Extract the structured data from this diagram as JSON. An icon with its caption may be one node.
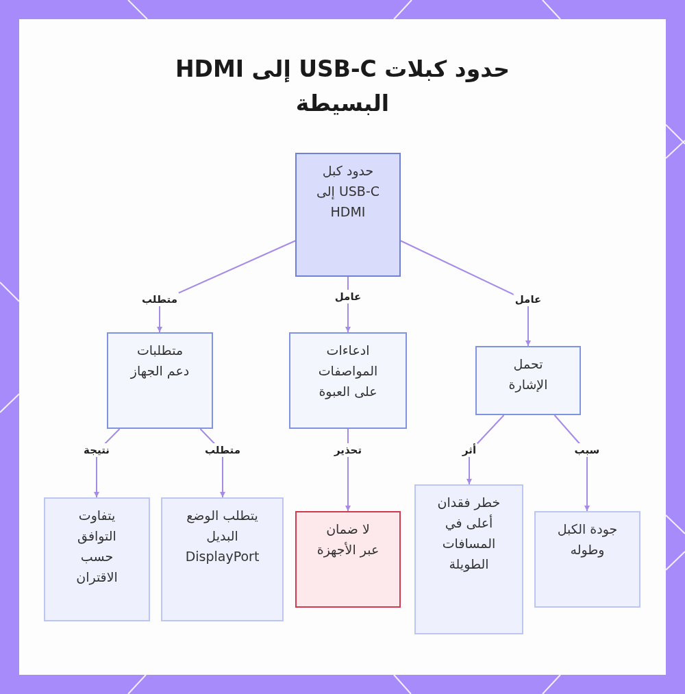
{
  "diagram": {
    "title": "حدود كبلات USB-C إلى HDMI البسيطة",
    "nodes": [
      {
        "text": [
          "حدود كبل USB-C إلى HDMI"
        ]
      },
      {
        "text": [
          "متطلبات دعم الجهاز"
        ]
      },
      {
        "text": [
          "ادعاءات المواصفات على العبوة"
        ]
      },
      {
        "text": [
          "تحمل الإشارة"
        ]
      },
      {
        "text": [
          "يتفاوت التوافق حسب الاقتران"
        ]
      },
      {
        "text": [
          "يتطلب الوضع البديل DisplayPort"
        ]
      },
      {
        "text": [
          "لا ضمان عبر الأجهزة"
        ]
      },
      {
        "text": [
          "خطر فقدان أعلى في المسافات الطويلة"
        ]
      },
      {
        "text": [
          "جودة الكبل وطوله"
        ]
      }
    ],
    "edges": [
      {
        "from": 0,
        "to": 1,
        "arrow": "to",
        "label": "متطلب"
      },
      {
        "from": 0,
        "to": 2,
        "arrow": "to",
        "label": "عامل"
      },
      {
        "from": 0,
        "to": 3,
        "arrow": "to",
        "label": "عامل"
      },
      {
        "from": 1,
        "to": 4,
        "arrow": "to",
        "label": "نتيجة"
      },
      {
        "from": 1,
        "to": 5,
        "arrow": "to",
        "label": "متطلب"
      },
      {
        "from": 2,
        "to": 6,
        "arrow": "to",
        "label": "تحذير"
      },
      {
        "from": 3,
        "to": 7,
        "arrow": "to",
        "label": "أثر"
      },
      {
        "from": 3,
        "to": 8,
        "arrow": "to",
        "label": "سبب"
      }
    ]
  }
}
